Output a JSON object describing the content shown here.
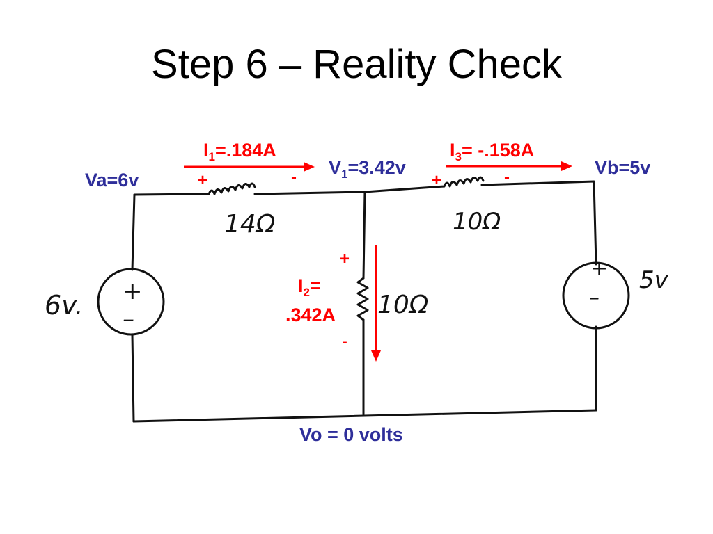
{
  "slide": {
    "title": "Step 6 – Reality Check"
  },
  "labels": {
    "i1": {
      "main": "I",
      "sub": "1",
      "rest": "=.184A"
    },
    "i3": {
      "main": "I",
      "sub": "3",
      "rest": "= -.158A"
    },
    "v1": {
      "main": "V",
      "sub": "1",
      "rest": "=3.42v"
    },
    "va": "Va=6v",
    "vb": "Vb=5v",
    "i2_line1": {
      "main": "I",
      "sub": "2",
      "rest": "="
    },
    "i2_line2": ".342A",
    "vo": "Vo = 0 volts",
    "plus": "+",
    "minus": "-"
  },
  "handwritten": {
    "r1": "14Ω",
    "r3": "10Ω",
    "r2": "10Ω",
    "source_a": "6v.",
    "source_b": "5v",
    "src_plus": "+",
    "src_minus": "–"
  },
  "colors": {
    "red": "#ff0000",
    "blue": "#2e2e9a",
    "ink": "#111111"
  }
}
